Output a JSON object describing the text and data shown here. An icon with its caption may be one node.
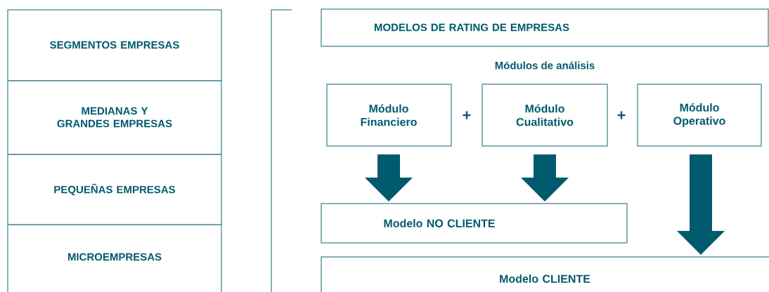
{
  "diagram": {
    "nodes": [
      {
        "text": [
          "SEGMENTOS EMPRESAS"
        ]
      },
      {
        "text": [
          "MEDIANAS Y GRANDES EMPRESAS"
        ]
      },
      {
        "text": [
          "PEQUEÑAS EMPRESAS"
        ]
      },
      {
        "text": [
          "MICROEMPRESAS"
        ]
      },
      {
        "text": [
          "MODELOS DE RATING DE EMPRESAS"
        ]
      },
      {
        "text": [
          "Módulo Financiero"
        ]
      },
      {
        "text": [
          "Módulo Cualitativo"
        ]
      },
      {
        "text": [
          "Módulo Operativo"
        ]
      },
      {
        "text": [
          "Modelo NO CLIENTE"
        ]
      },
      {
        "text": [
          "Modelo CLIENTE"
        ]
      }
    ],
    "edges": [
      {
        "from": 5,
        "to": 8,
        "arrow": "to"
      },
      {
        "from": 6,
        "to": 8,
        "arrow": "to"
      },
      {
        "from": 7,
        "to": 9,
        "arrow": "to"
      }
    ],
    "labels": [
      "Módulos de análisis",
      "+",
      "+"
    ]
  }
}
